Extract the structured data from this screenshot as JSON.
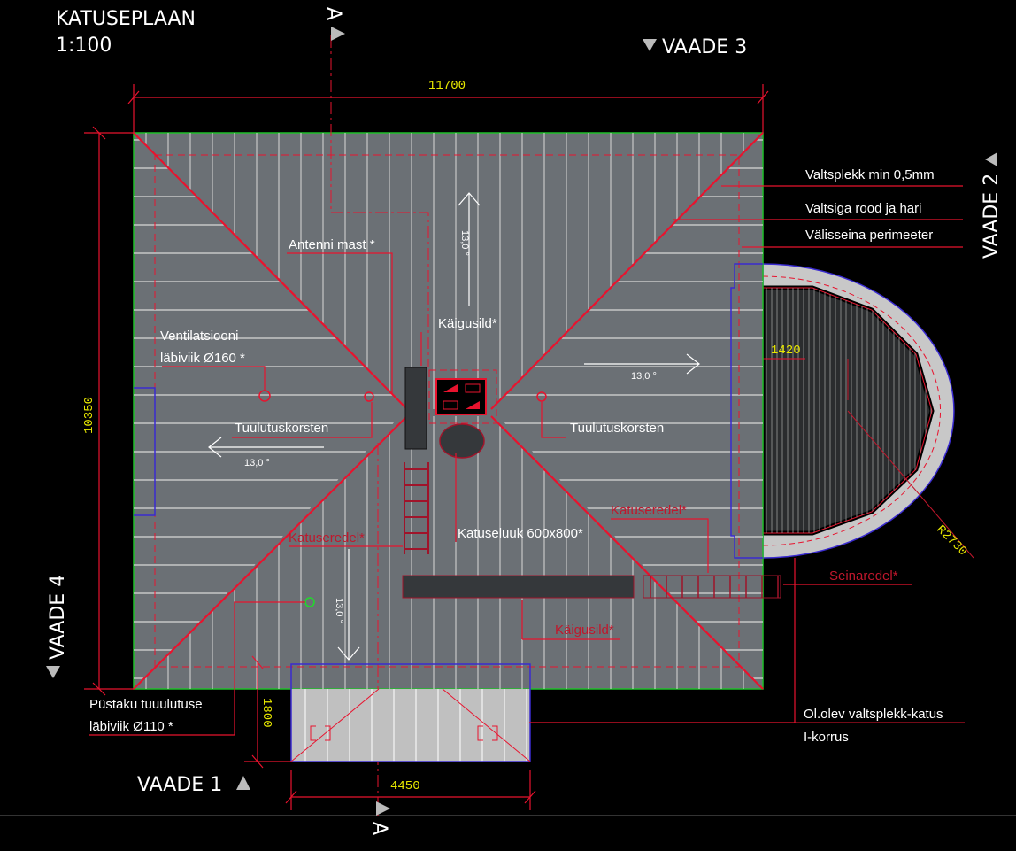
{
  "title": "KATUSEPLAAN",
  "scale": "1:100",
  "views": {
    "v1": "VAADE 1",
    "v2": "VAADE 2",
    "v3": "VAADE 3",
    "v4": "VAADE 4"
  },
  "section_marker": "A",
  "dimensions": {
    "width": "11700",
    "height": "10350",
    "bay": "1420",
    "radius": "R2730",
    "porch_depth": "1800",
    "porch_width": "4450"
  },
  "slopes": {
    "north": "13,0 °",
    "east": "13,0 °",
    "west": "13,0 °",
    "south": "13,0 °"
  },
  "labels": {
    "valtsplekk": "Valtsplekk min 0,5mm",
    "rood": "Valtsiga rood ja hari",
    "perimeeter": "Välisseina perimeeter",
    "antenn": "Antenni mast *",
    "kaigusild_top": "Käigusild*",
    "vent1": "Ventilatsiooni",
    "vent2": "läbiviik Ø160 *",
    "tuul_left": "Tuulutuskorsten",
    "tuul_right": "Tuulutuskorsten",
    "katuseredel_left": "Katuseredel*",
    "katuseluuk": "Katuseluuk 600x800*",
    "katuseredel_right": "Katuseredel*",
    "seinaredel": "Seinaredel*",
    "kaigusild_bottom": "Käigusild*",
    "pustak1": "Püstaku tuuulutuse",
    "pustak2": "läbiviik Ø110 *",
    "olev": "Ol.olev valtsplekk-katus",
    "korrus": "I-korrus"
  },
  "colors": {
    "roof": "#6b7075",
    "annex": "#c0c0c0",
    "red": "#e8132e",
    "dim": "#e8e800"
  }
}
